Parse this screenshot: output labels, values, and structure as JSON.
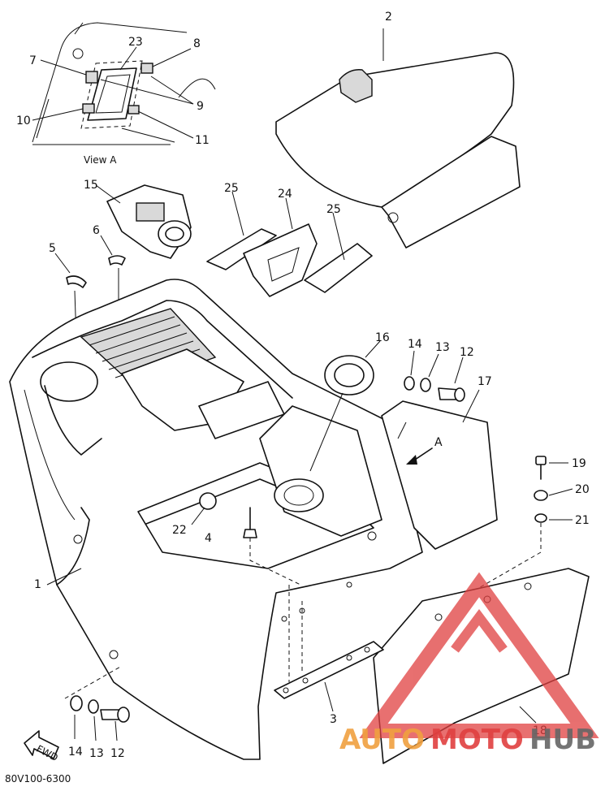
{
  "diagram": {
    "view_caption": "View A",
    "arrow_label": "A",
    "fwd_label": "FWD",
    "part_code": "80V100-6300",
    "callouts": {
      "c1": "1",
      "c2": "2",
      "c3": "3",
      "c4": "4",
      "c5": "5",
      "c6": "6",
      "c7": "7",
      "c8": "8",
      "c9": "9",
      "c10": "10",
      "c11": "11",
      "c12": "12",
      "c12b": "12",
      "c13": "13",
      "c13b": "13",
      "c14": "14",
      "c14b": "14",
      "c15": "15",
      "c16": "16",
      "c17": "17",
      "c18": "18",
      "c19": "19",
      "c20": "20",
      "c21": "21",
      "c22": "22",
      "c23": "23",
      "c24": "24",
      "c25": "25",
      "c25b": "25"
    }
  },
  "watermark": {
    "part1": "AUTO",
    "part2": "MOTO",
    "part3": "HUB",
    "color_orange": "#f0a040",
    "color_red": "#e04040",
    "color_gray": "#666666"
  }
}
